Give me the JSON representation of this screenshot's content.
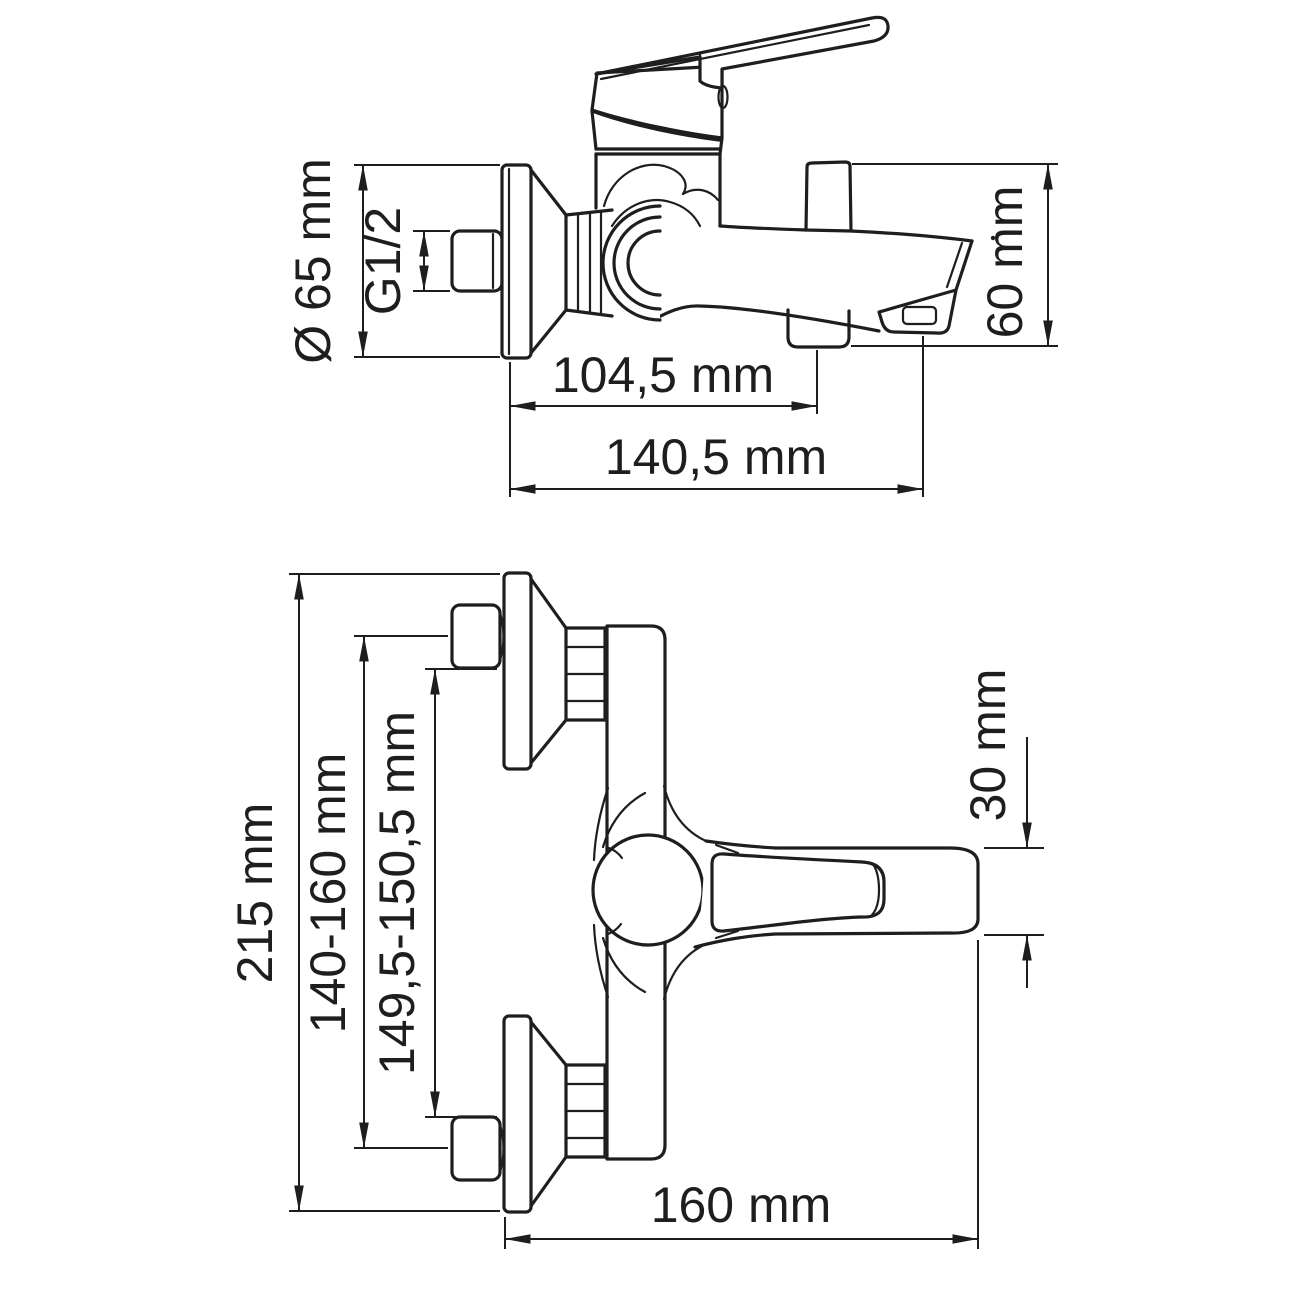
{
  "page": {
    "background_color": "#ffffff",
    "line_color": "#1e1e1e",
    "content_type": "technical dimension drawing, wall-mounted single-lever bath mixer, two orthographic views"
  },
  "side_view": {
    "dims": {
      "flange_diameter": "Ø 65 mm",
      "thread_size": "G1/2",
      "wall_to_shower_outlet": "104,5 mm",
      "wall_to_spout_tip": "140,5 mm",
      "spout_height": "60 mm"
    }
  },
  "plan_view": {
    "dims": {
      "overall_width": "215 mm",
      "supply_centers": "140-160 mm",
      "flange_centers": "149,5-150,5 mm",
      "handle_end_width": "30 mm",
      "overall_depth": "160 mm"
    }
  }
}
